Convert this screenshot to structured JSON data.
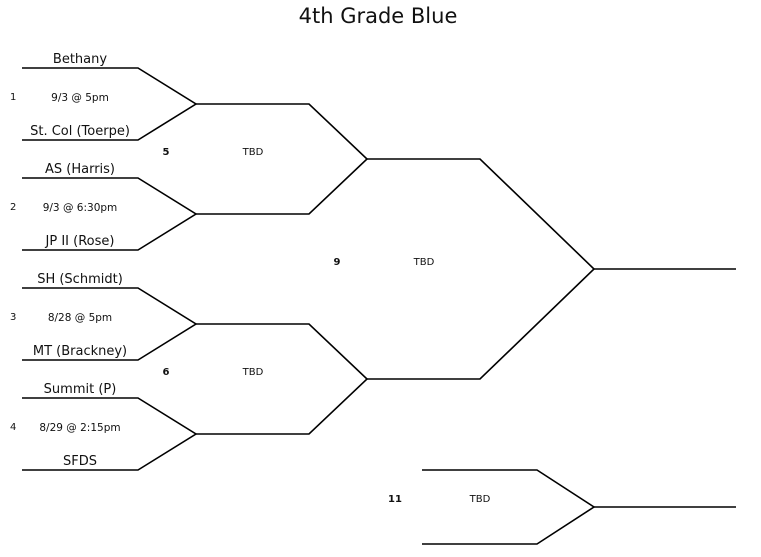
{
  "title": "4th Grade Blue",
  "games": [
    {
      "number": "1",
      "time": "9/3 @ 5pm",
      "top_team": "Bethany",
      "bottom_team": "St. Col (Toerpe)"
    },
    {
      "number": "2",
      "time": "9/3 @ 6:30pm",
      "top_team": "AS (Harris)",
      "bottom_team": "JP II (Rose)"
    },
    {
      "number": "3",
      "time": "8/28 @ 5pm",
      "top_team": "SH (Schmidt)",
      "bottom_team": "MT (Brackney)"
    },
    {
      "number": "4",
      "time": "8/29 @ 2:15pm",
      "top_team": "Summit (P)",
      "bottom_team": "SFDS"
    }
  ],
  "later_games": [
    {
      "number": "5",
      "label": "TBD"
    },
    {
      "number": "6",
      "label": "TBD"
    },
    {
      "number": "9",
      "label": "TBD"
    },
    {
      "number": "11",
      "label": "TBD"
    }
  ]
}
